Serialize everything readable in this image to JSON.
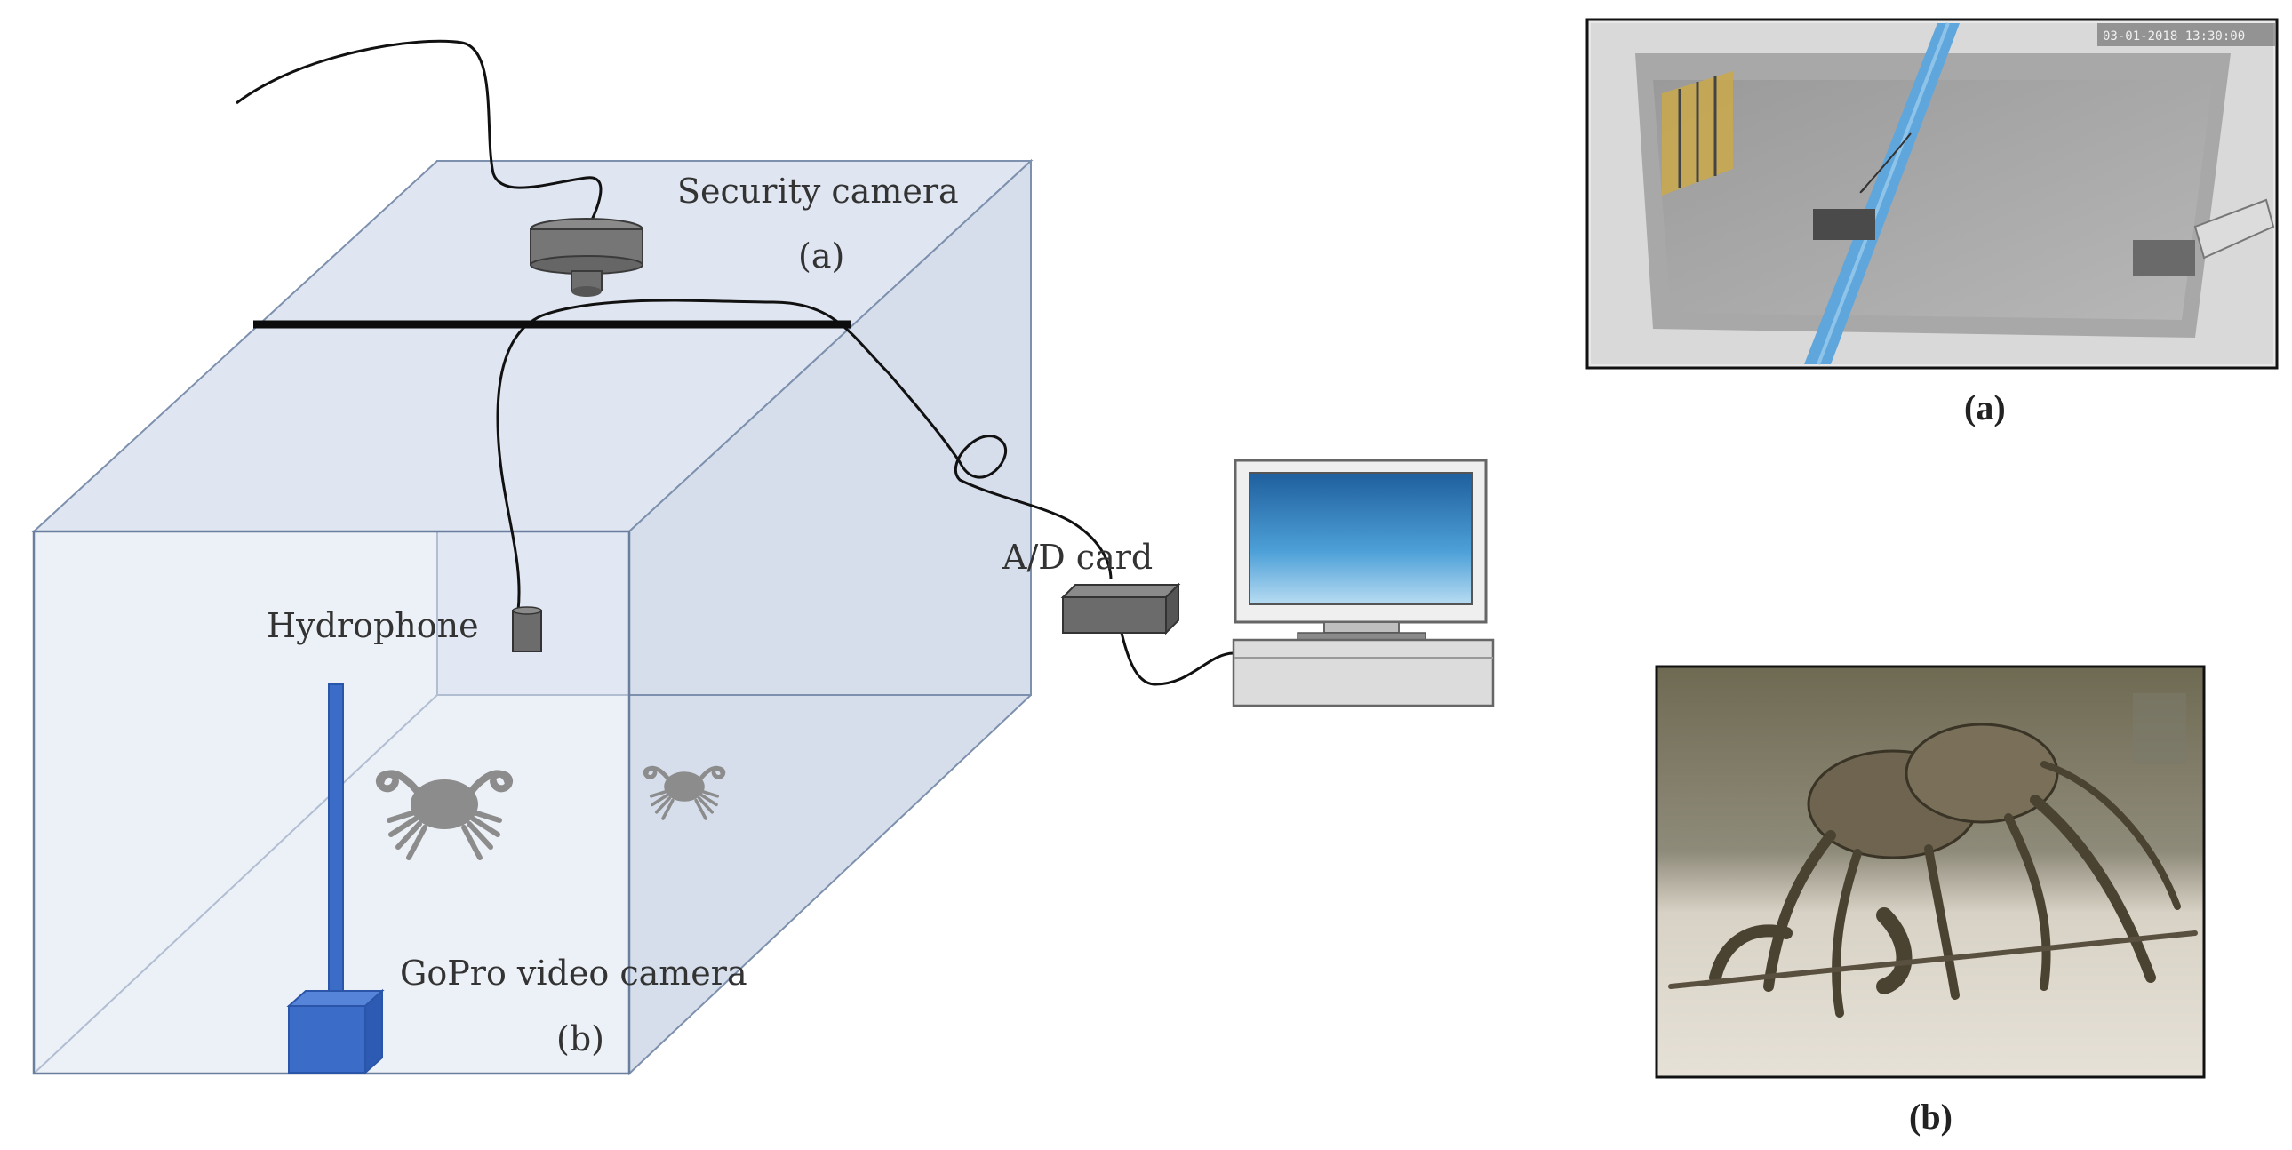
{
  "labels": {
    "security_camera": "Security camera",
    "security_camera_ref": "(a)",
    "hydrophone": "Hydrophone",
    "ad_card": "A/D card",
    "gopro": "GoPro video camera",
    "gopro_ref": "(b)"
  },
  "photos": {
    "a": {
      "caption": "(a)",
      "timestamp": "03-01-2018 13:30:00"
    },
    "b": {
      "caption": "(b)"
    }
  },
  "colors": {
    "tank_fill": "#e3e9f3",
    "tank_edge": "#6f86a6",
    "cable": "#111111",
    "gopro_blue": "#3a6cc8",
    "device_gray": "#6b6b6b",
    "monitor_screen": "#2f7fc4",
    "crab_gray": "#8c8c8c"
  }
}
